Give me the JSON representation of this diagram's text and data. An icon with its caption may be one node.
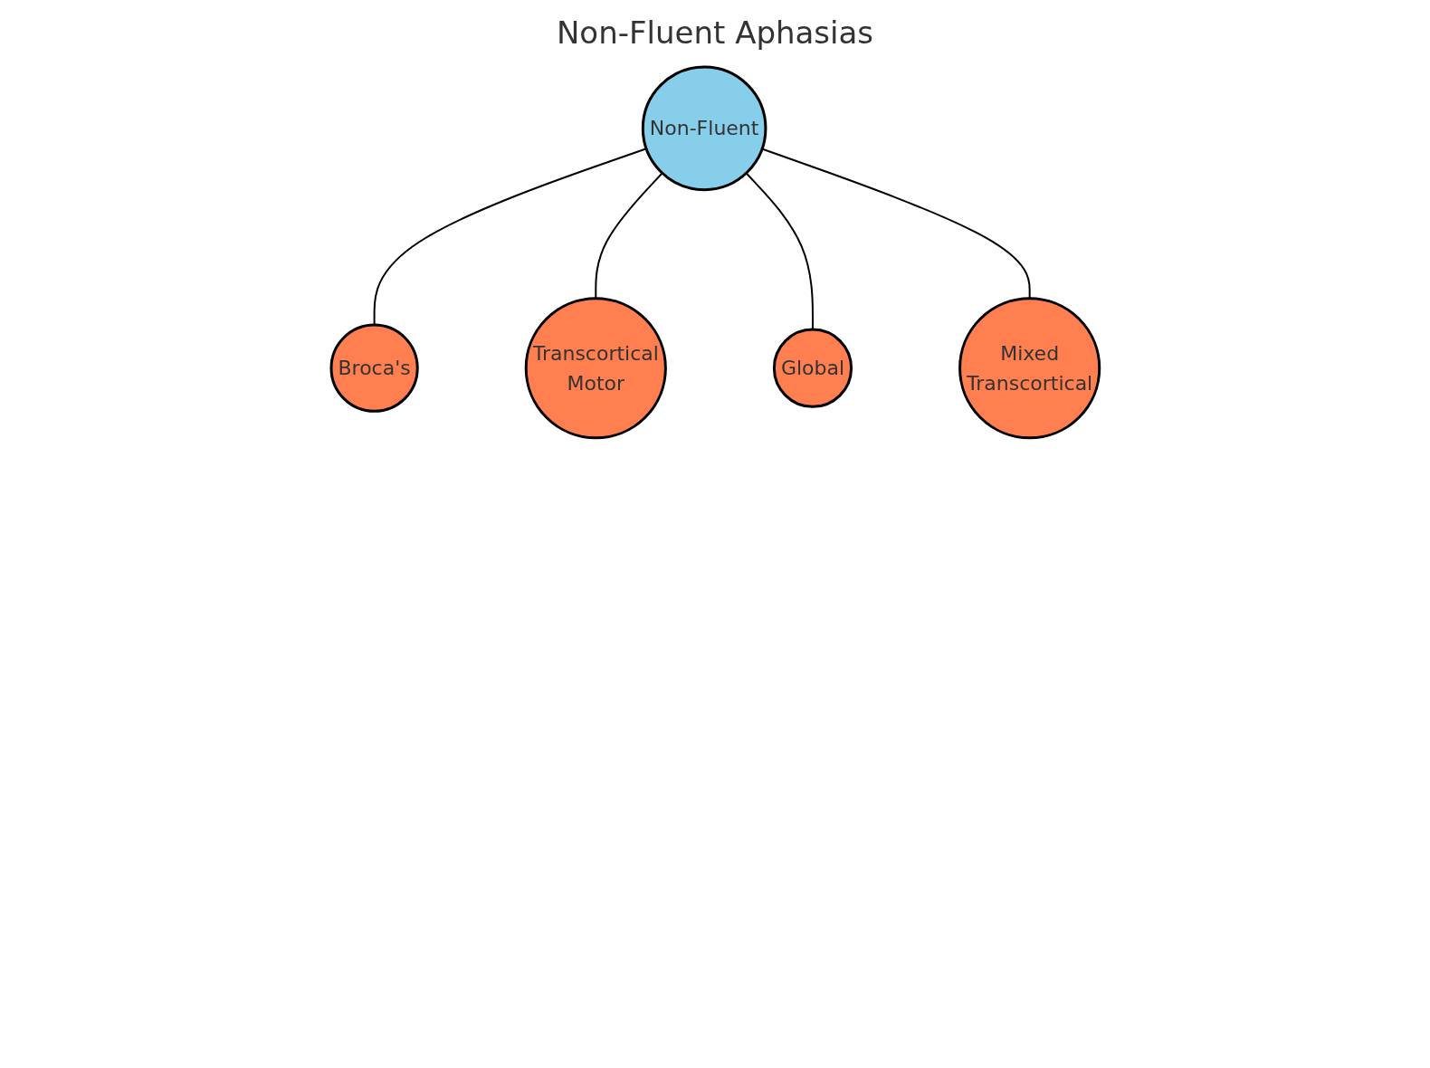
{
  "diagram": {
    "title": "Non-Fluent Aphasias",
    "nodes": [
      {
        "text": [
          "Non-Fluent"
        ]
      },
      {
        "text": [
          "Broca's"
        ]
      },
      {
        "text": [
          "Transcortical Motor"
        ]
      },
      {
        "text": [
          "Global"
        ]
      },
      {
        "text": [
          "Mixed Transcortical"
        ]
      }
    ],
    "edges": [
      {
        "from": 0,
        "to": 1,
        "arrow": "none"
      },
      {
        "from": 0,
        "to": 2,
        "arrow": "none"
      },
      {
        "from": 0,
        "to": 3,
        "arrow": "none"
      },
      {
        "from": 0,
        "to": 4,
        "arrow": "none"
      }
    ]
  }
}
